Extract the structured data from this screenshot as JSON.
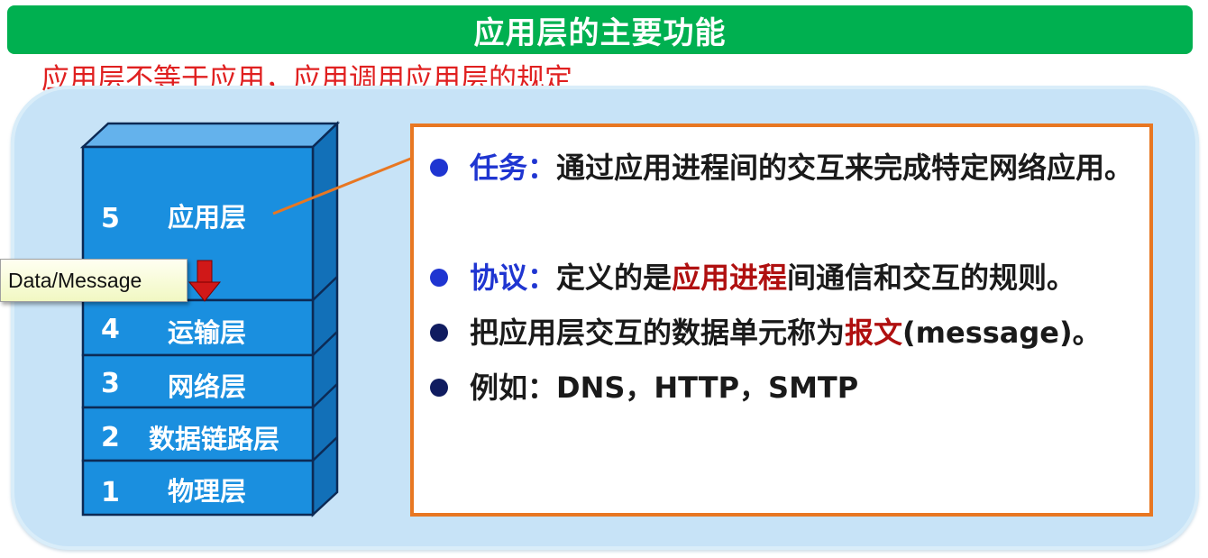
{
  "title": "应用层的主要功能",
  "subtitle": "应用层不等于应用，应用调用应用层的规定",
  "stack": {
    "layers": [
      {
        "num": "5",
        "name": "应用层"
      },
      {
        "num": "4",
        "name": "运输层"
      },
      {
        "num": "3",
        "name": "网络层"
      },
      {
        "num": "2",
        "name": "数据链路层"
      },
      {
        "num": "1",
        "name": "物理层"
      }
    ],
    "data_label": "Data/Message"
  },
  "bullets": [
    {
      "label": "任务：",
      "text": "通过应用进程间的交互来完成特定网络应用。"
    },
    {
      "label": "协议：",
      "text_before": "定义的是",
      "highlight": "应用进程",
      "text_after": "间通信和交互的规则。"
    },
    {
      "text_before": "把应用层交互的数据单元称为",
      "highlight": "报文",
      "text_after": "(message)。"
    },
    {
      "text": "例如：DNS，HTTP，SMTP"
    }
  ],
  "colors": {
    "title_bg": "#00b050",
    "subtitle": "#e02020",
    "panel_bg": "#c7e3f7",
    "layer_fill": "#1a8fdf",
    "box_border": "#e87722",
    "label_blue": "#1f35d1",
    "highlight_red": "#b01010"
  }
}
